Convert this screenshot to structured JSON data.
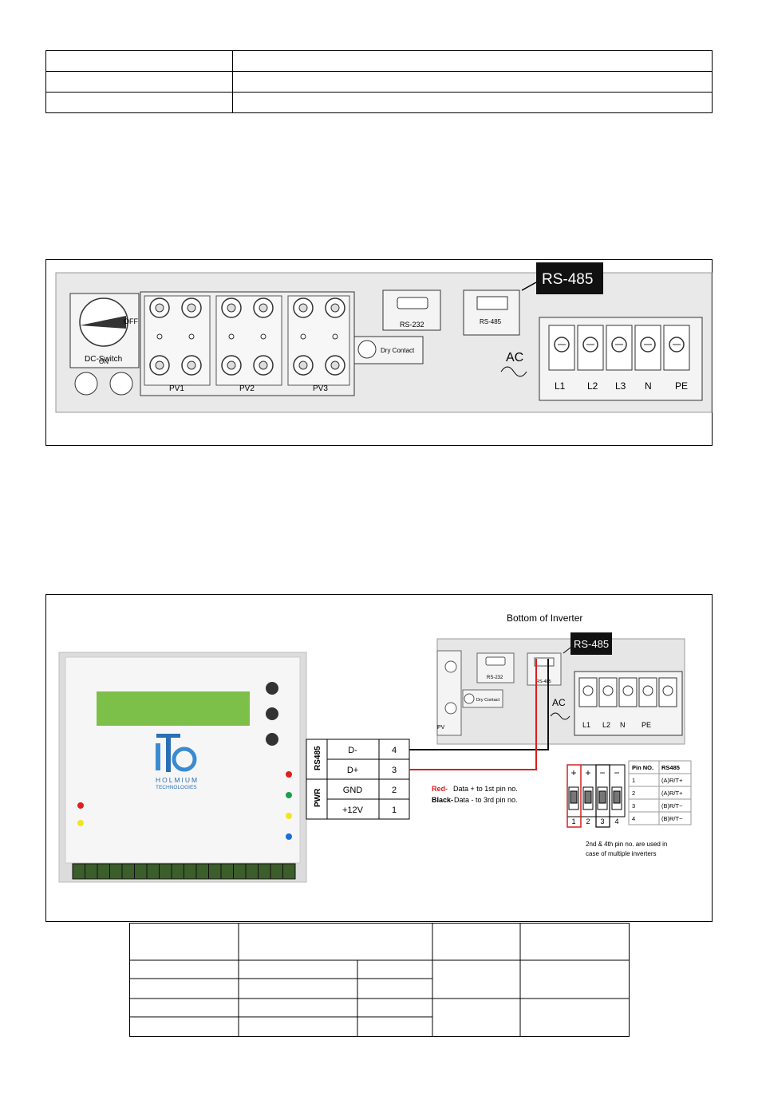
{
  "panel": {
    "rs485_callout": "RS-485",
    "dc_switch": "DC-Switch",
    "switch_off": "OFF",
    "switch_on": "ON",
    "pv": [
      "PV1",
      "PV2",
      "PV3"
    ],
    "rs232": "RS-232",
    "rs485_port": "RS-485",
    "dry_contact": "Dry Contact",
    "ac": "AC",
    "terminals": [
      "L1",
      "L2",
      "L3",
      "N",
      "PE"
    ]
  },
  "wiring": {
    "caption": "Bottom of Inverter",
    "rs485_callout": "RS-485",
    "logo_main": "HOLMIUM",
    "logo_sub": "TECHNOLOGIES",
    "group_rs485": "RS485",
    "group_pwr": "PWR",
    "pins": [
      {
        "signal": "D-",
        "no": "4"
      },
      {
        "signal": "D+",
        "no": "3"
      },
      {
        "signal": "GND",
        "no": "2"
      },
      {
        "signal": "+12V",
        "no": "1"
      }
    ],
    "note_red_label": "Red-",
    "note_red_text": "Data + to 1st pin no.",
    "note_black_label": "Black-",
    "note_black_text": "Data - to 3rd pin no.",
    "dip_signs": [
      "+",
      "+",
      "−",
      "−"
    ],
    "dip_numbers": [
      "1",
      "2",
      "3",
      "4"
    ],
    "pin_table": {
      "headers": [
        "Pin NO.",
        "RS485"
      ],
      "rows": [
        [
          "1",
          "(A)R/T+"
        ],
        [
          "2",
          "(A)R/T+"
        ],
        [
          "3",
          "(B)R/T−"
        ],
        [
          "4",
          "(B)R/T−"
        ]
      ]
    },
    "multi_note_1": "2nd & 4th pin no. are used in",
    "multi_note_2": "case of multiple inverters",
    "small_rs232": "RS-232",
    "small_rs485": "RS-485",
    "small_dry": "Dry Contact",
    "small_ac": "AC",
    "small_pv": "PV",
    "small_terminals": [
      "L1",
      "L2",
      "N",
      "PE"
    ]
  }
}
